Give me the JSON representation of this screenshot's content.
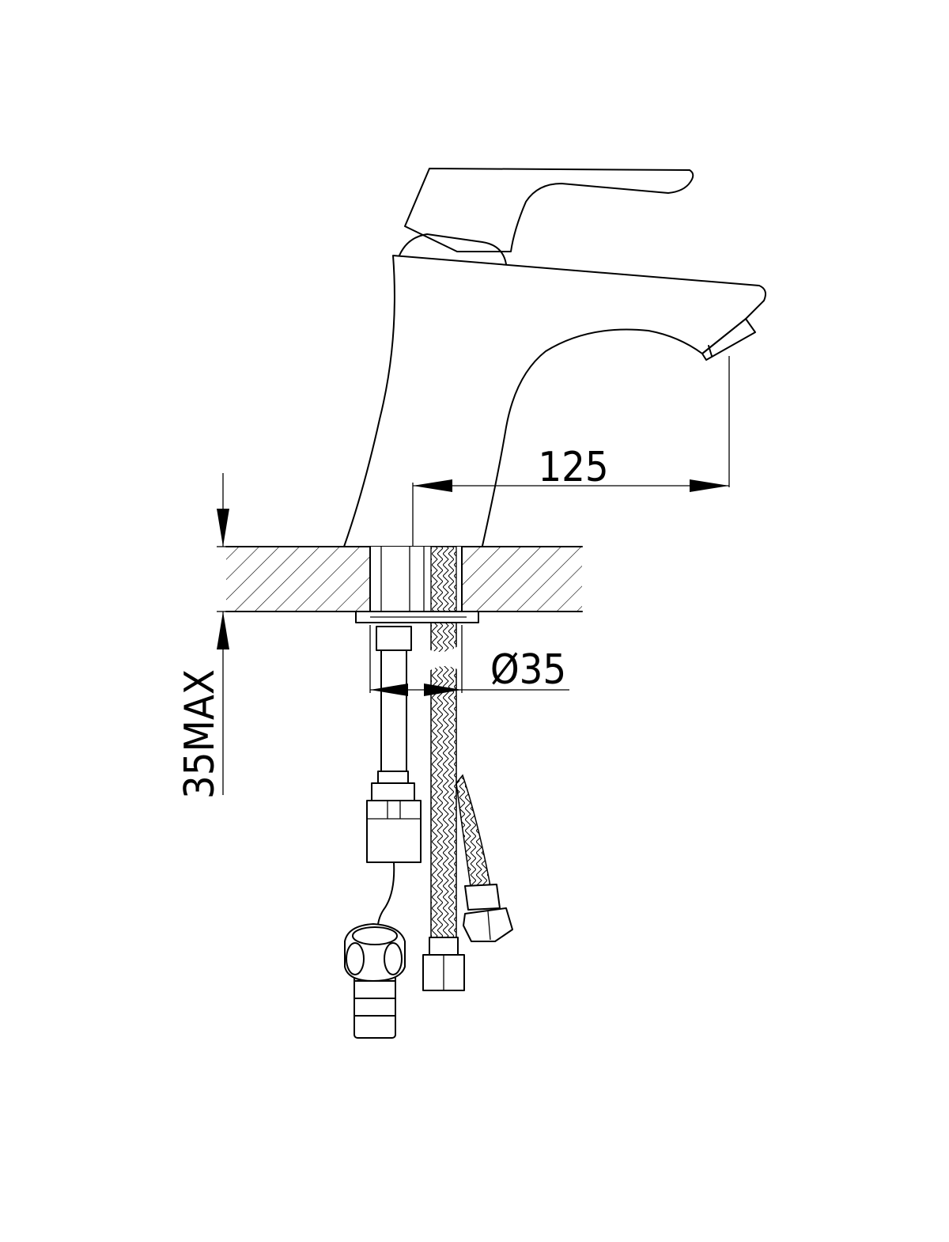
{
  "drawing": {
    "dimensions": {
      "spout_reach": "125",
      "hole_diameter": "Ø35",
      "max_counter_thickness": "35MAX"
    }
  }
}
